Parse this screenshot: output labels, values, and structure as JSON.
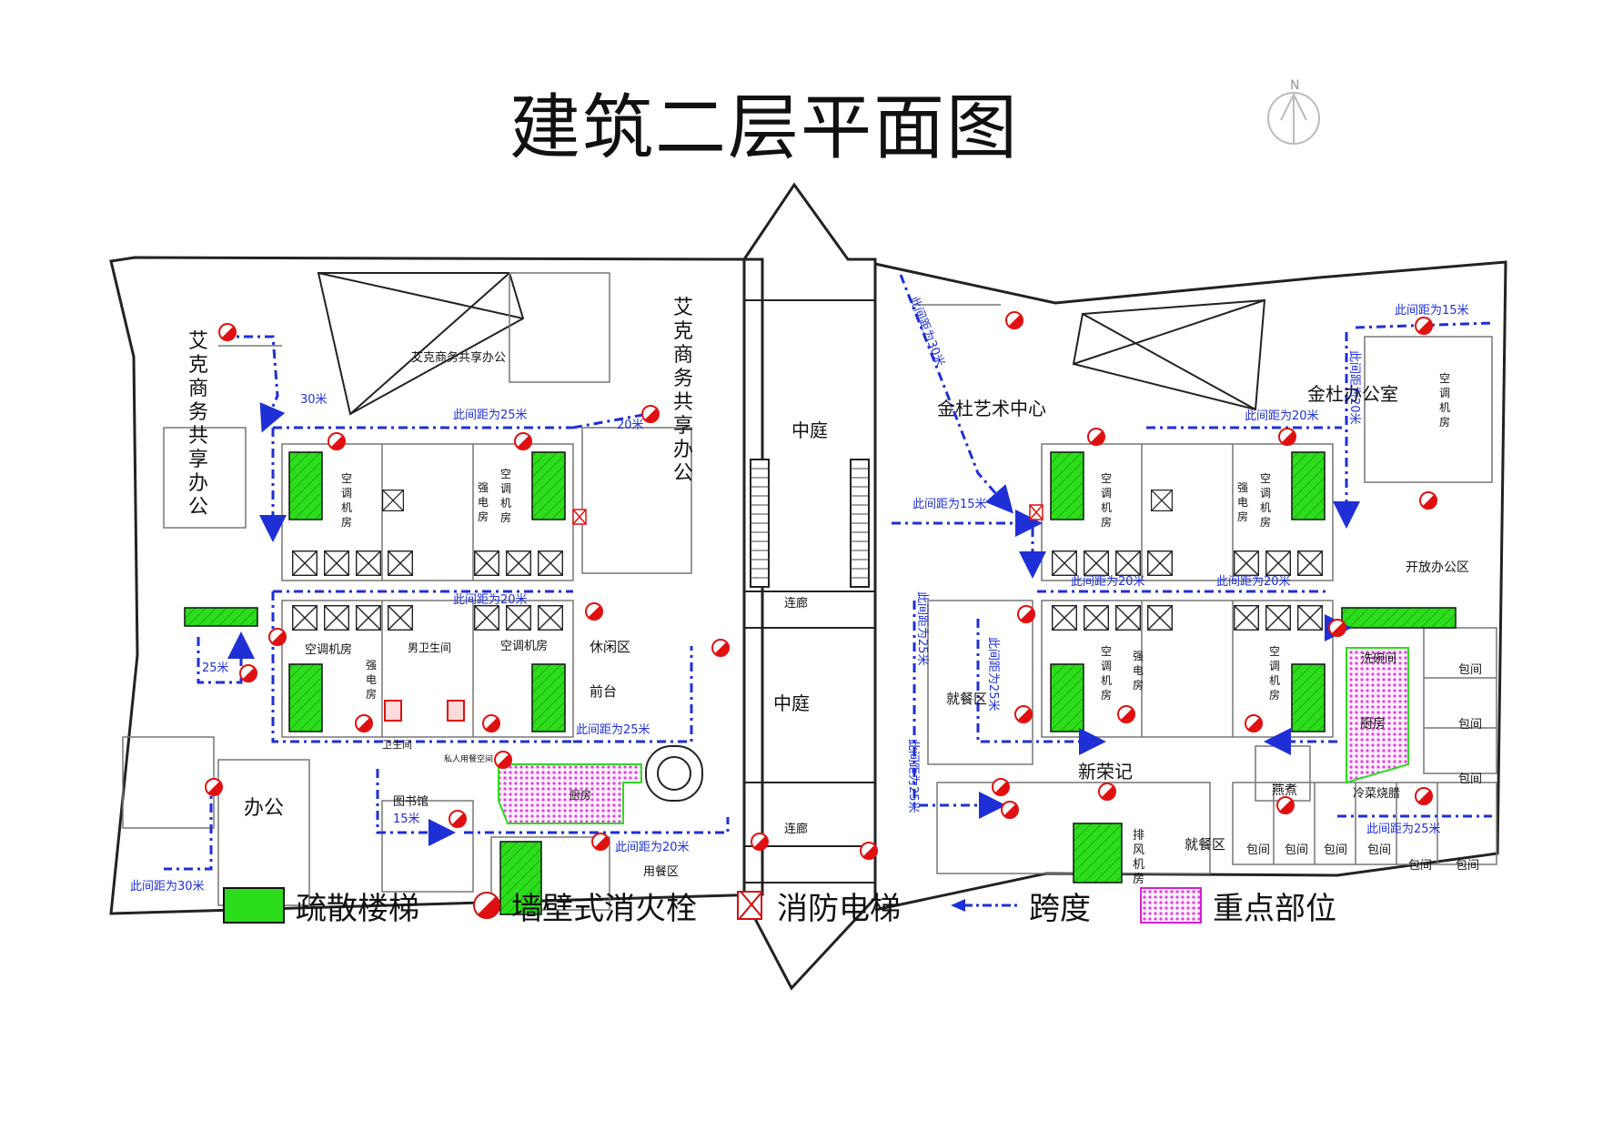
{
  "title": "建筑二层平面图",
  "compass": {
    "letter": "N"
  },
  "colors": {
    "stair": "#2bdd1a",
    "hydrant": "#e01010",
    "route": "#1f2fd6",
    "key_area": "#e040e0"
  },
  "rooms": {
    "aike_office_top": "艾克商务共享办公",
    "aike_office_left": [
      "艾",
      "克",
      "商",
      "务",
      "共",
      "享",
      "办",
      "公"
    ],
    "aike_office_mid": [
      "艾",
      "克",
      "商",
      "务",
      "共",
      "享",
      "办",
      "公"
    ],
    "courtyard_top": "中庭",
    "courtyard_mid": "中庭",
    "corridor_1": "连廊",
    "corridor_2": "连廊",
    "jindu_art": "金杜艺术中心",
    "jindu_office": "金杜办公室",
    "open_office": "开放办公区",
    "ac_room": "空调机房",
    "ac_vertical": [
      "空",
      "调",
      "机",
      "房"
    ],
    "power_room": "强电房",
    "power_vertical": [
      "强",
      "电",
      "房"
    ],
    "restroom": "男卫生间",
    "restroom_2": "卫生间",
    "lounge": "休闲区",
    "reception": "前台",
    "office": "办公",
    "library": "图书馆",
    "kitchen": "厨房",
    "dining": "用餐区",
    "dining_2": "就餐区",
    "dining_3": "就餐区",
    "xinrongji": "新荣记",
    "exhaust_room": [
      "排",
      "风",
      "机",
      "房"
    ],
    "dishwash": "洗碗间",
    "cold_dish": "冷菜烧腊",
    "yanzhu": "燕煮",
    "private_room": "包间",
    "private_room_list": [
      "包间",
      "包间",
      "包间",
      "包间",
      "包间",
      "包间"
    ],
    "private_room_side": [
      "包间",
      "包间",
      "包间"
    ],
    "private_dining": "私人用餐空间"
  },
  "distances": {
    "d30": "30米",
    "d25_top": "此间距为25米",
    "d20_a": "20米",
    "d20_mid": "此间距为20米",
    "d25_left": "25米",
    "d25_mid": "此间距为25米",
    "d15_lib": "15米",
    "d30_bottom": "此间距为30米",
    "d20_bottom": "此间距为20米",
    "d30_diag": "此间距为30米",
    "d15_right": "此间距为15米",
    "d15_top_right": "此间距为15米",
    "d20_right_top": "此间距为20米",
    "d20_right_v": "此间距为20米",
    "d20_east_a": "此间距为20米",
    "d20_east_b": "此间距为20米",
    "d25_v1": "此间距为25米",
    "d25_v2": "此间距为25米",
    "d25_v3": "此间距为25米",
    "d25_bottom_right": "此间距为25米"
  },
  "legend": [
    {
      "icon": "stair-swatch",
      "label": "疏散楼梯"
    },
    {
      "icon": "hydrant-icon",
      "label": "墙壁式消火栓"
    },
    {
      "icon": "fire-elevator-icon",
      "label": "消防电梯"
    },
    {
      "icon": "span-arrow-icon",
      "label": "跨度"
    },
    {
      "icon": "key-area-swatch",
      "label": "重点部位"
    }
  ]
}
